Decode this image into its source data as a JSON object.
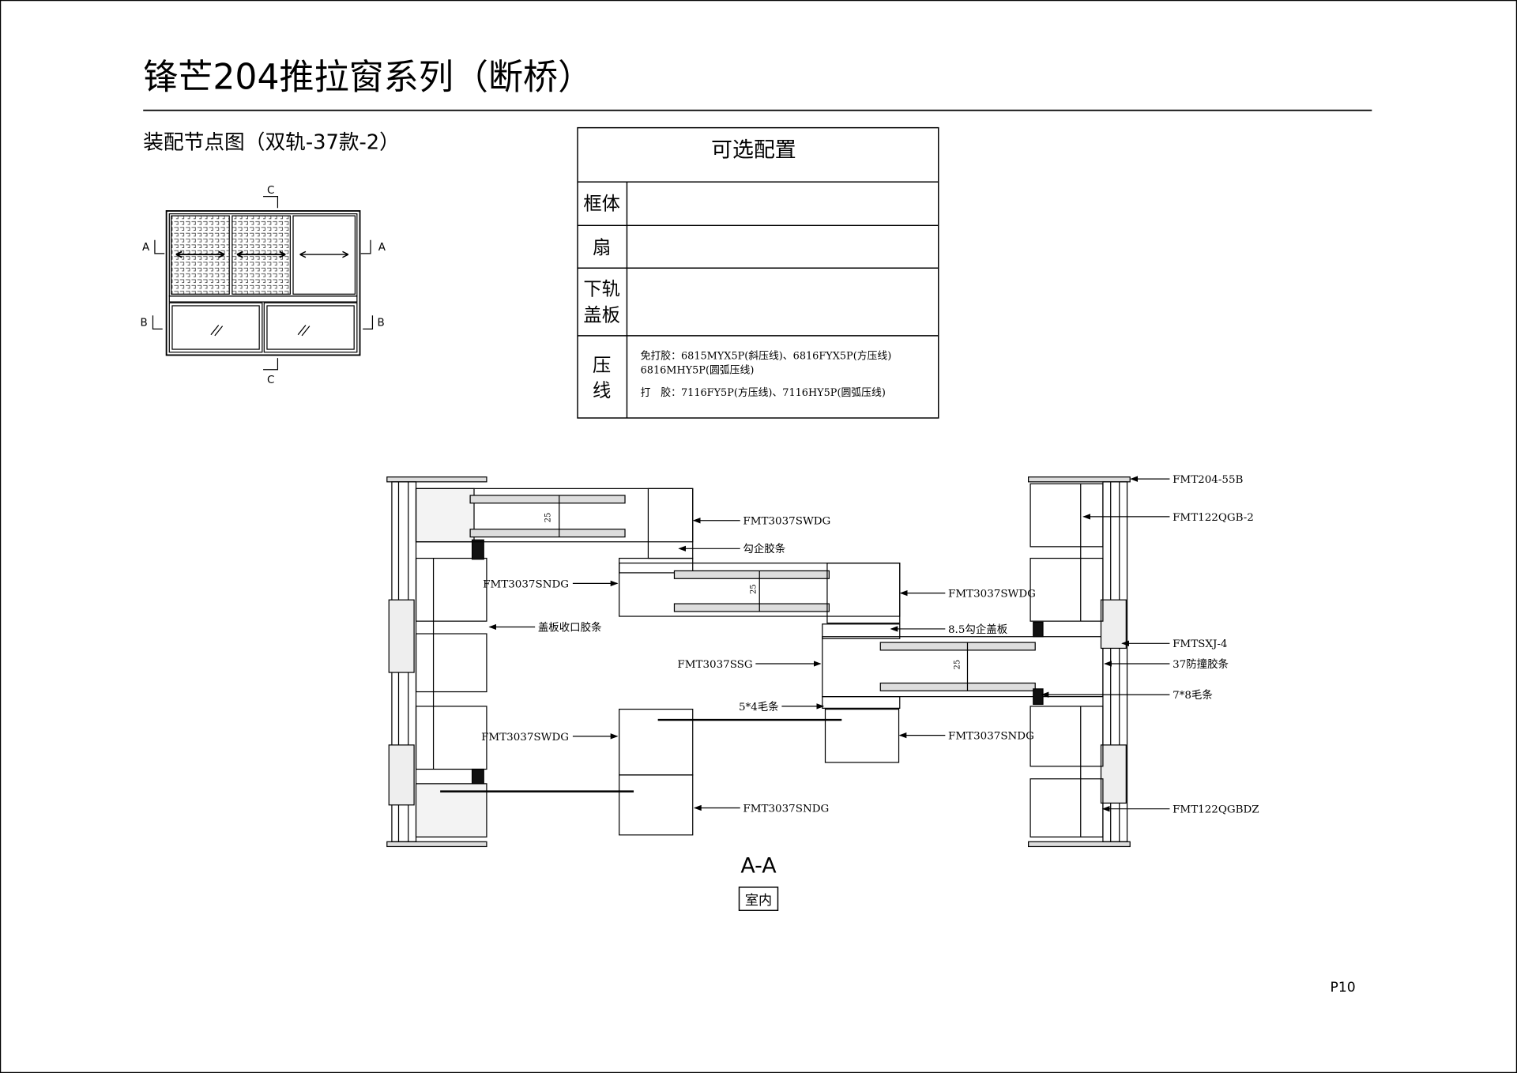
{
  "header": {
    "title": "锋芒204推拉窗系列（断桥）",
    "subtitle": "装配节点图（双轨-37款-2）"
  },
  "elevation": {
    "section_labels": {
      "a": "A",
      "b": "B",
      "c": "C"
    }
  },
  "config_table": {
    "title": "可选配置",
    "rows": [
      {
        "label": "框体",
        "value": ""
      },
      {
        "label": "扇",
        "value": ""
      },
      {
        "label_line1": "下轨",
        "label_line2": "盖板",
        "value": ""
      },
      {
        "label_line1": "压",
        "label_line2": "线",
        "value_line1": "免打胶：6815MYX5P(斜压线)、6816FYX5P(方压线)",
        "value_line2": "6816MHY5P(圆弧压线)",
        "value_line3": "打　胶：7116FY5P(方压线)、7116HY5P(圆弧压线)"
      }
    ]
  },
  "section": {
    "dimension": "25",
    "callouts": {
      "swdg_top": "FMT3037SWDG",
      "gouqi_strip": "勾企胶条",
      "sndg_left": "FMT3037SNDG",
      "swdg_mid": "FMT3037SWDG",
      "cover_strip": "盖板收口胶条",
      "cover_plate": "8.5勾企盖板",
      "ssg": "FMT3037SSG",
      "brush_54": "5*4毛条",
      "swdg_low": "FMT3037SWDG",
      "sndg_mid": "FMT3037SNDG",
      "sndg_bottom": "FMT3037SNDG",
      "frame_55b": "FMT204-55B",
      "qgb2": "FMT122QGB-2",
      "sxj4": "FMTSXJ-4",
      "bumper": "37防撞胶条",
      "brush_78": "7*8毛条",
      "qgbdz": "FMT122QGBDZ"
    },
    "section_name": "A-A",
    "side_label": "室内"
  },
  "footer": {
    "page": "P10"
  }
}
